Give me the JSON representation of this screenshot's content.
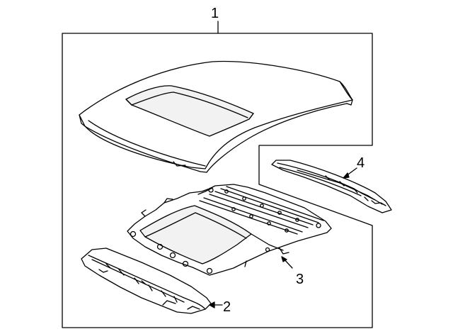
{
  "diagram": {
    "callouts": {
      "roof_panel": "1",
      "front_header": "2",
      "sunroof_frame": "3",
      "rear_header": "4"
    },
    "colors": {
      "line": "#000000",
      "fill": "#ffffff",
      "shade": "#e6e6e6"
    }
  }
}
